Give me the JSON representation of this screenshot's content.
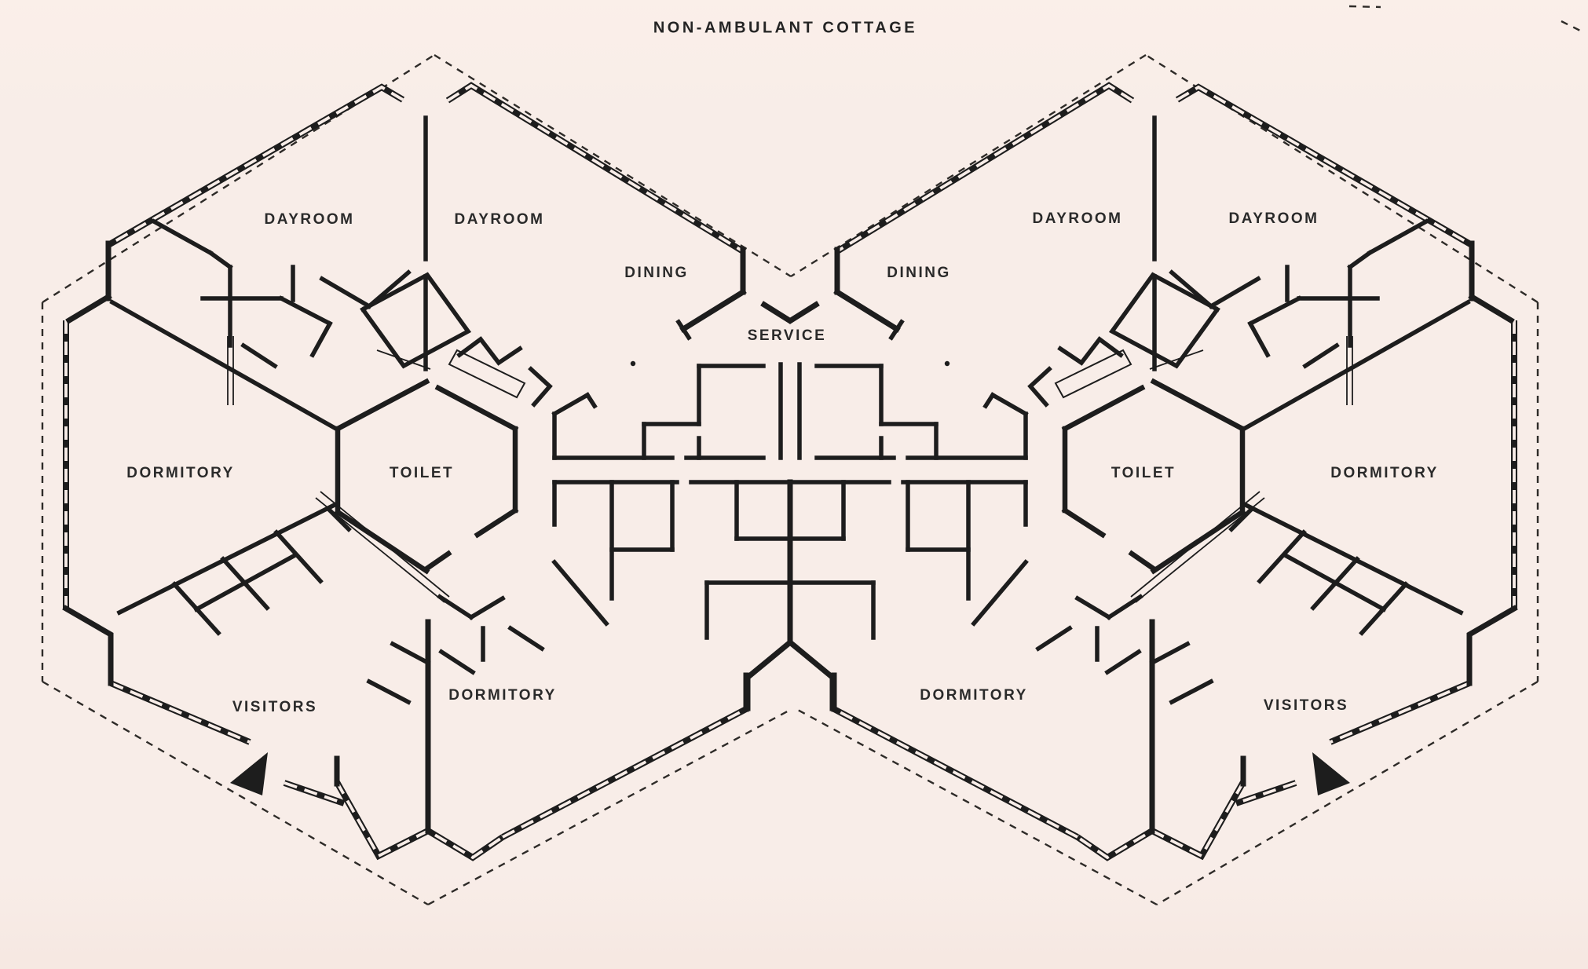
{
  "title": "NON-AMBULANT COTTAGE",
  "rooms": {
    "dayroom": "DAYROOM",
    "dining": "DINING",
    "service": "SERVICE",
    "toilet": "TOILET",
    "dormitory": "DORMITORY",
    "visitors": "VISITORS"
  },
  "colors": {
    "paper": "#f8ede8",
    "ink": "#1d1d1d",
    "label_ink": "#2a2a2a",
    "boundary_ink": "#2e2b28"
  },
  "icons": {
    "entrance_arrow": "solid-triangle-entrance-marker"
  }
}
